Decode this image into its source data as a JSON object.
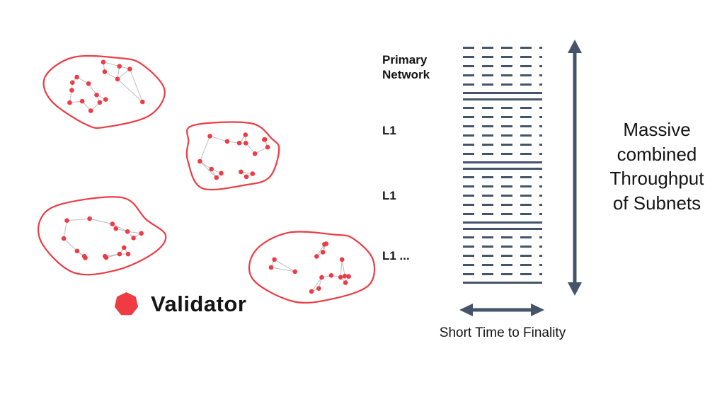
{
  "colors": {
    "red": "#ee3b44",
    "slate": "#44546a",
    "edge_gray": "#b9bcc2"
  },
  "legend": {
    "label": "Validator",
    "icon": "validator-hexagon-icon"
  },
  "validator_networks": {
    "count": 4,
    "node_icon": "validator-node-dot"
  },
  "stack": {
    "sections": [
      {
        "label": "Primary Network",
        "rows": 5
      },
      {
        "label": "L1",
        "rows": 6
      },
      {
        "label": "L1",
        "rows": 5
      },
      {
        "label": "L1 ...",
        "rows": 5
      }
    ]
  },
  "annotations": {
    "throughput": "Massive\ncombined\nThroughput\nof Subnets",
    "finality": "Short Time to Finality"
  }
}
